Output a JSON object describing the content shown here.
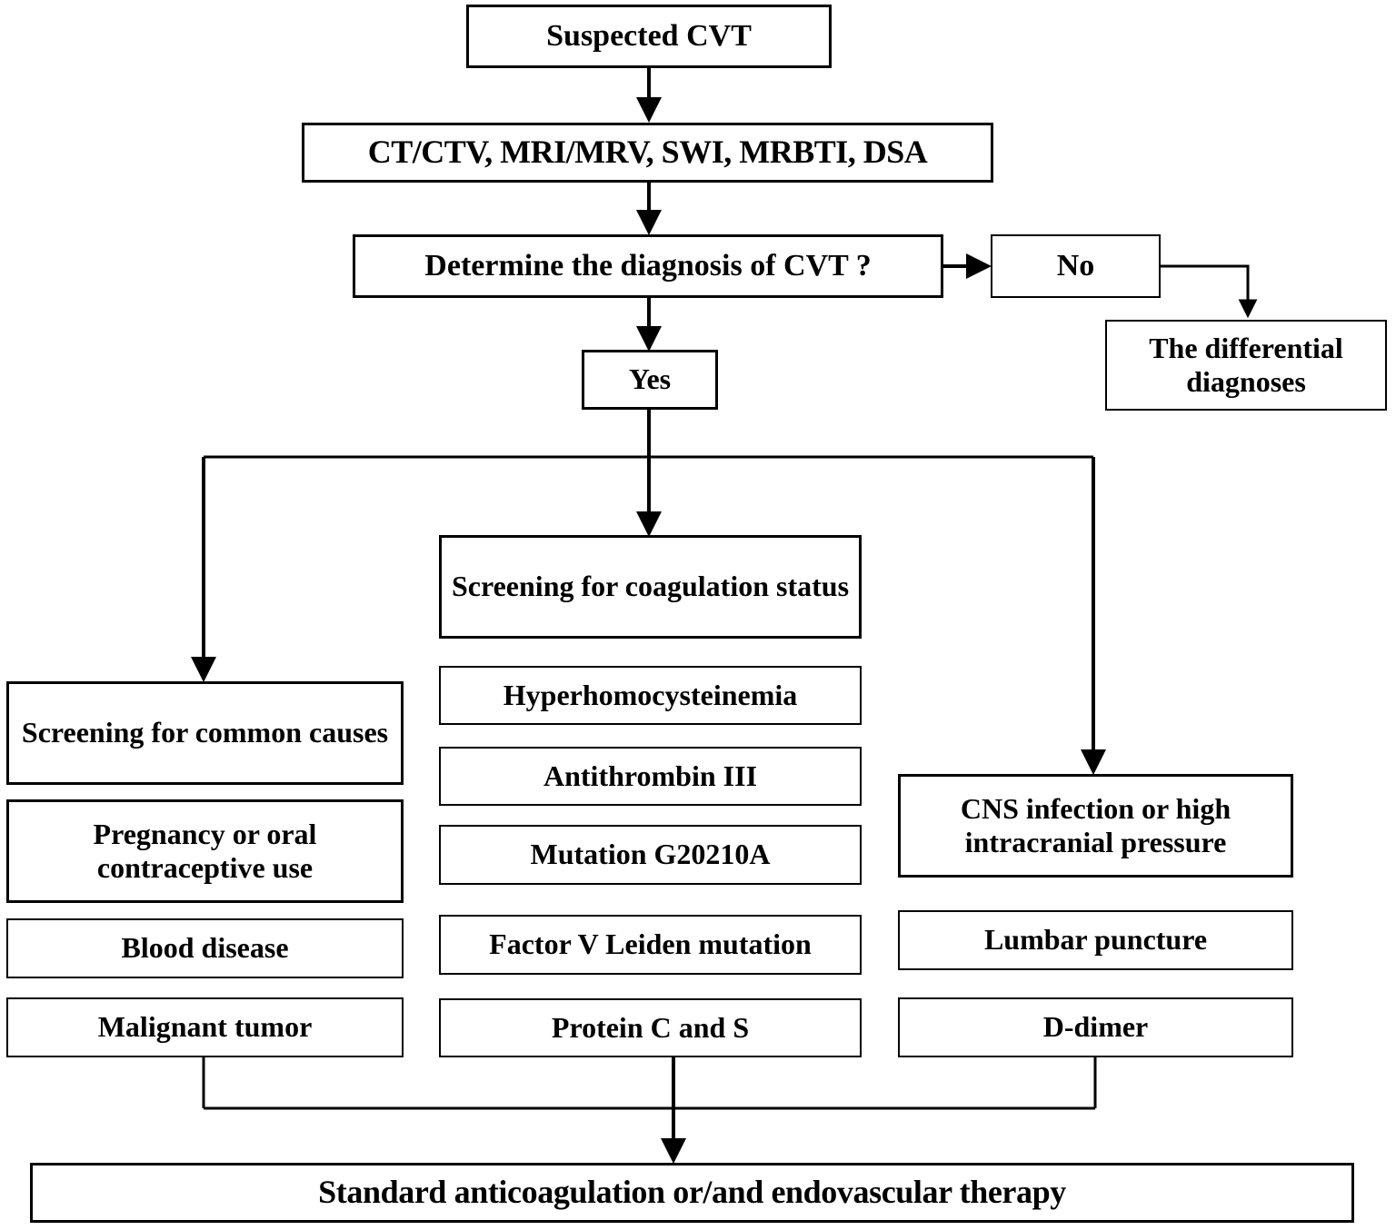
{
  "chart_data": {
    "type": "diagram",
    "title": "Suspected CVT diagnostic and management flowchart",
    "nodes": [
      {
        "id": "suspected",
        "label": "Suspected CVT"
      },
      {
        "id": "imaging",
        "label": "CT/CTV, MRI/MRV, SWI, MRBTI, DSA"
      },
      {
        "id": "determine",
        "label": "Determine the diagnosis of CVT ?"
      },
      {
        "id": "no",
        "label": "No"
      },
      {
        "id": "diffdx",
        "label": "The differential diagnoses"
      },
      {
        "id": "yes",
        "label": "Yes"
      },
      {
        "id": "screen_coag",
        "label": "Screening for coagulation status"
      },
      {
        "id": "hyperhomo",
        "label": "Hyperhomocysteinemia"
      },
      {
        "id": "antithrom",
        "label": "Antithrombin III"
      },
      {
        "id": "mutation",
        "label": "Mutation G20210A"
      },
      {
        "id": "factorv",
        "label": "Factor V Leiden mutation"
      },
      {
        "id": "proteincs",
        "label": "Protein C and S"
      },
      {
        "id": "screen_comm",
        "label": "Screening for common causes"
      },
      {
        "id": "pregnancy",
        "label": "Pregnancy or oral contraceptive use"
      },
      {
        "id": "blood",
        "label": "Blood disease"
      },
      {
        "id": "malignant",
        "label": "Malignant tumor"
      },
      {
        "id": "cns",
        "label": "CNS infection or high intracranial pressure"
      },
      {
        "id": "lumbar",
        "label": "Lumbar puncture"
      },
      {
        "id": "ddimer",
        "label": "D-dimer"
      },
      {
        "id": "standard",
        "label": "Standard anticoagulation or/and endovascular therapy"
      }
    ],
    "edges": [
      {
        "from": "suspected",
        "to": "imaging"
      },
      {
        "from": "imaging",
        "to": "determine"
      },
      {
        "from": "determine",
        "to": "no",
        "label": "No"
      },
      {
        "from": "no",
        "to": "diffdx"
      },
      {
        "from": "determine",
        "to": "yes",
        "label": "Yes"
      },
      {
        "from": "yes",
        "to": "screen_comm"
      },
      {
        "from": "yes",
        "to": "screen_coag"
      },
      {
        "from": "yes",
        "to": "cns"
      },
      {
        "from": "malignant",
        "to": "standard"
      },
      {
        "from": "proteincs",
        "to": "standard"
      },
      {
        "from": "ddimer",
        "to": "standard"
      }
    ],
    "colors": {
      "stroke": "#000000",
      "fill": "#ffffff",
      "text": "#000000"
    }
  },
  "flowchart": {
    "top": {
      "suspected_cvt": "Suspected CVT",
      "imaging": "CT/CTV, MRI/MRV, SWI, MRBTI, DSA",
      "determine": "Determine the diagnosis of CVT ?",
      "no": "No",
      "differential": "The differential diagnoses",
      "yes": "Yes"
    },
    "left_column": {
      "header": "Screening for common causes",
      "items": [
        "Pregnancy or oral contraceptive use",
        "Blood disease",
        "Malignant tumor"
      ]
    },
    "middle_column": {
      "header": "Screening for coagulation status",
      "items": [
        "Hyperhomocysteinemia",
        "Antithrombin III",
        "Mutation G20210A",
        "Factor V Leiden mutation",
        "Protein C and S"
      ]
    },
    "right_column": {
      "header": "CNS infection or high intracranial pressure",
      "items": [
        "Lumbar puncture",
        "D-dimer"
      ]
    },
    "bottom": {
      "outcome": "Standard anticoagulation or/and endovascular therapy"
    }
  }
}
